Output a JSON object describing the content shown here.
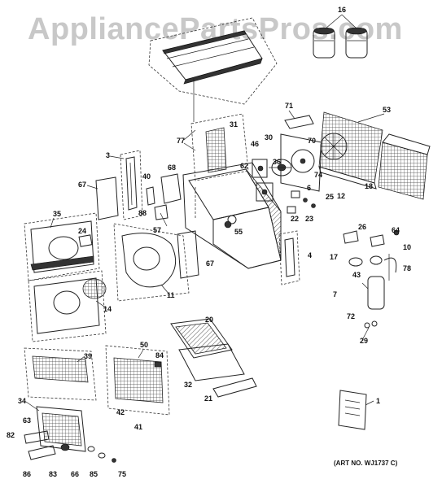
{
  "watermark": "AppliancePartsPros.com",
  "art_number": "(ART NO. WJ1737 C)",
  "part_labels": [
    "16",
    "53",
    "71",
    "31",
    "77",
    "30",
    "70",
    "46",
    "3",
    "40",
    "68",
    "62",
    "36",
    "74",
    "6",
    "12",
    "18",
    "67",
    "88",
    "25",
    "22",
    "23",
    "24",
    "35",
    "57",
    "55",
    "64",
    "26",
    "10",
    "17",
    "4",
    "78",
    "43",
    "11",
    "67",
    "14",
    "7",
    "72",
    "20",
    "29",
    "39",
    "84",
    "50",
    "32",
    "21",
    "34",
    "42",
    "1",
    "63",
    "41",
    "82",
    "86",
    "83",
    "66",
    "85",
    "75"
  ]
}
